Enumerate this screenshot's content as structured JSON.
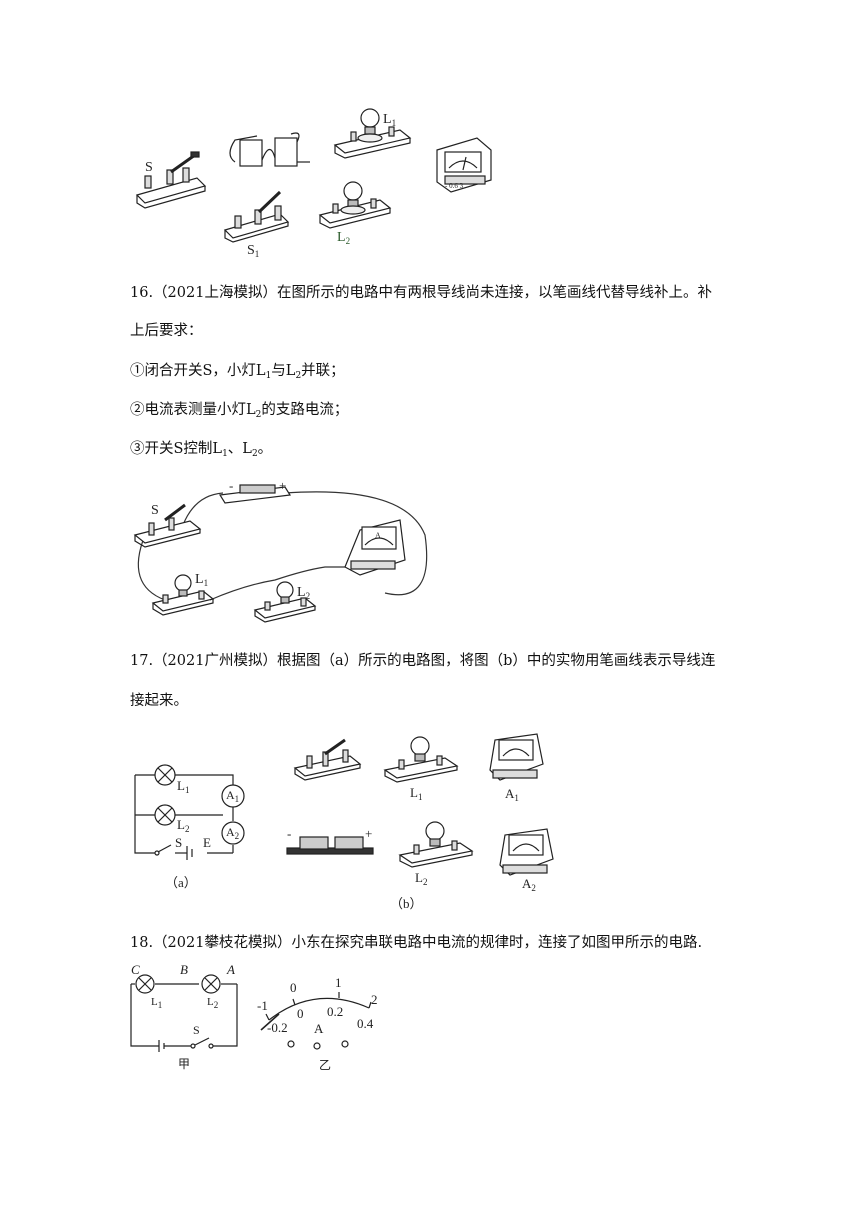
{
  "fig15": {
    "s": "S",
    "s1": "S",
    "s1_sub": "1",
    "l1": "L",
    "l1_sub": "1",
    "l2": "L",
    "l2_sub": "2",
    "meter_scale": "- 0.6 3"
  },
  "q16": {
    "line1": "16.（2021上海模拟）在图所示的电路中有两根导线尚未连接，以笔画线代替导线补上。补",
    "line2": "上后要求：",
    "req1": "①闭合开关S，小灯L",
    "req1_sub1": "1",
    "req1_mid": "与L",
    "req1_sub2": "2",
    "req1_end": "并联；",
    "req2": "②电流表测量小灯L",
    "req2_sub": "2",
    "req2_end": "的支路电流；",
    "req3": "③开关S控制L",
    "req3_sub1": "1",
    "req3_mid": "、L",
    "req3_sub2": "2",
    "req3_end": "。",
    "fig": {
      "s": "S",
      "l1": "L",
      "l1_sub": "1",
      "l2": "L",
      "l2_sub": "2",
      "minus": "-",
      "plus": "+",
      "meter_a": "A"
    }
  },
  "q17": {
    "line1": "17.（2021广州模拟）根据图（a）所示的电路图，将图（b）中的实物用笔画线表示导线连",
    "line2": "接起来。",
    "fig_a": {
      "l1": "L",
      "l1_sub": "1",
      "l2": "L",
      "l2_sub": "2",
      "a1": "A",
      "a1_sub": "1",
      "a2": "A",
      "a2_sub": "2",
      "s": "S",
      "e": "E",
      "caption": "（a）"
    },
    "fig_b": {
      "l1": "L",
      "l1_sub": "1",
      "l2": "L",
      "l2_sub": "2",
      "a1": "A",
      "a1_sub": "1",
      "a2": "A",
      "a2_sub": "2",
      "minus": "-",
      "plus": "+",
      "caption": "（b）"
    }
  },
  "q18": {
    "line1": "18.（2021攀枝花模拟）小东在探究串联电路中电流的规律时，连接了如图甲所示的电路.",
    "fig_jia": {
      "c": "C",
      "b": "B",
      "a": "A",
      "l1": "L",
      "l1_sub": "1",
      "l2": "L",
      "l2_sub": "2",
      "s": "S",
      "caption": "甲"
    },
    "fig_yi": {
      "upper_ticks": [
        "-1",
        "0",
        "1",
        "2"
      ],
      "lower_ticks": [
        "-0.2",
        "0",
        "0.2",
        "0.4"
      ],
      "unit": "A",
      "caption": "乙"
    }
  }
}
